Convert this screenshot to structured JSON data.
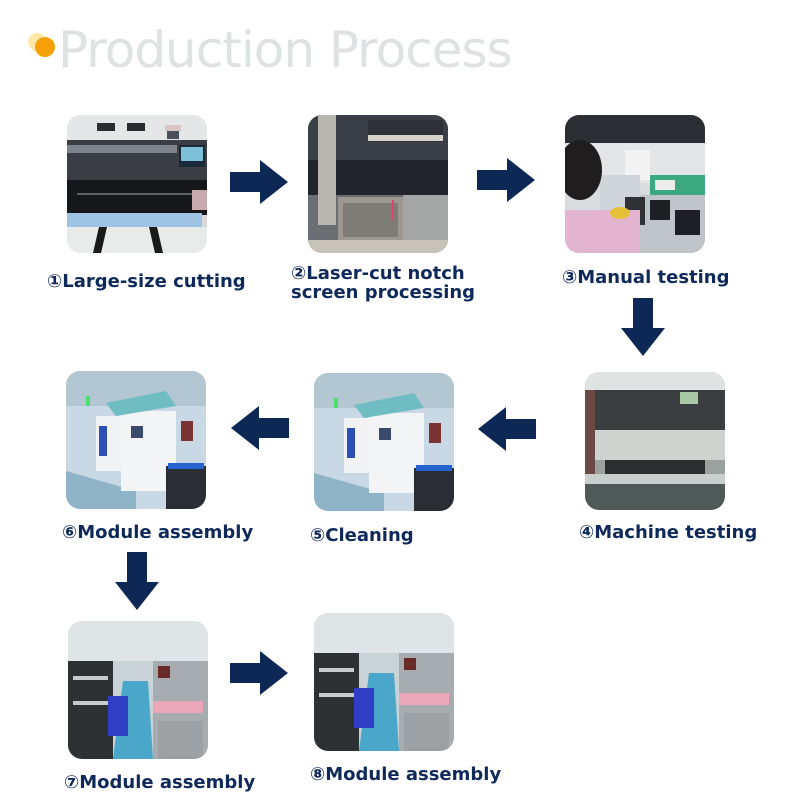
{
  "header": {
    "title": "Production Process",
    "bullet_colors": {
      "back": "#fde8a6",
      "front": "#f7a10a"
    }
  },
  "colors": {
    "arrow": "#0e2856",
    "label": "#0f2a5a",
    "title": "#dfe2e3"
  },
  "steps": [
    {
      "label": "①Large-size cutting",
      "image": "large-size-cutting-photo"
    },
    {
      "label_line1": "②Laser-cut notch",
      "label_line2": "screen processing",
      "image": "laser-cut-notch-photo"
    },
    {
      "label": "③Manual testing",
      "image": "manual-testing-photo"
    },
    {
      "label": "④Machine testing",
      "image": "machine-testing-photo"
    },
    {
      "label": "⑤Cleaning",
      "image": "cleaning-photo"
    },
    {
      "label": "⑥Module assembly",
      "image": "module-assembly-photo"
    },
    {
      "label": "⑦Module assembly",
      "image": "module-assembly-photo"
    },
    {
      "label": "⑧Module assembly",
      "image": "module-assembly-photo"
    }
  ],
  "arrows": [
    {
      "from": 1,
      "to": 2,
      "direction": "right"
    },
    {
      "from": 2,
      "to": 3,
      "direction": "right"
    },
    {
      "from": 3,
      "to": 4,
      "direction": "down"
    },
    {
      "from": 4,
      "to": 5,
      "direction": "left"
    },
    {
      "from": 5,
      "to": 6,
      "direction": "left"
    },
    {
      "from": 6,
      "to": 7,
      "direction": "down"
    },
    {
      "from": 7,
      "to": 8,
      "direction": "right"
    }
  ]
}
